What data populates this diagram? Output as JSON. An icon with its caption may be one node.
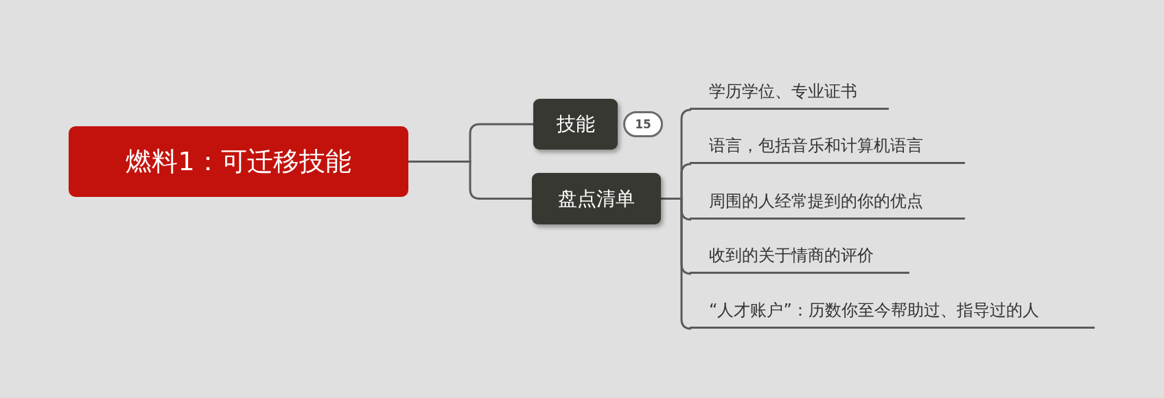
{
  "diagram": {
    "nodes": [
      {
        "text": [
          "燃料1：可迁移技能"
        ]
      },
      {
        "text": [
          "技能"
        ],
        "beside": [
          "15"
        ]
      },
      {
        "text": [
          "盘点清单"
        ]
      },
      {
        "text": [
          "学历学位、专业证书"
        ]
      },
      {
        "text": [
          "语言，包括音乐和计算机语言"
        ]
      },
      {
        "text": [
          "周围的人经常提到的你的优点"
        ]
      },
      {
        "text": [
          "收到的关于情商的评价"
        ]
      },
      {
        "text": [
          "“人才账户”：历数你至今帮助过、指导过的人"
        ]
      }
    ],
    "edges": [
      {
        "from": 0,
        "to": 1,
        "arrow": "none"
      },
      {
        "from": 0,
        "to": 2,
        "arrow": "none"
      },
      {
        "from": 2,
        "to": 3,
        "arrow": "none"
      },
      {
        "from": 2,
        "to": 4,
        "arrow": "none"
      },
      {
        "from": 2,
        "to": 5,
        "arrow": "none"
      },
      {
        "from": 2,
        "to": 6,
        "arrow": "none"
      },
      {
        "from": 2,
        "to": 7,
        "arrow": "none"
      }
    ]
  }
}
